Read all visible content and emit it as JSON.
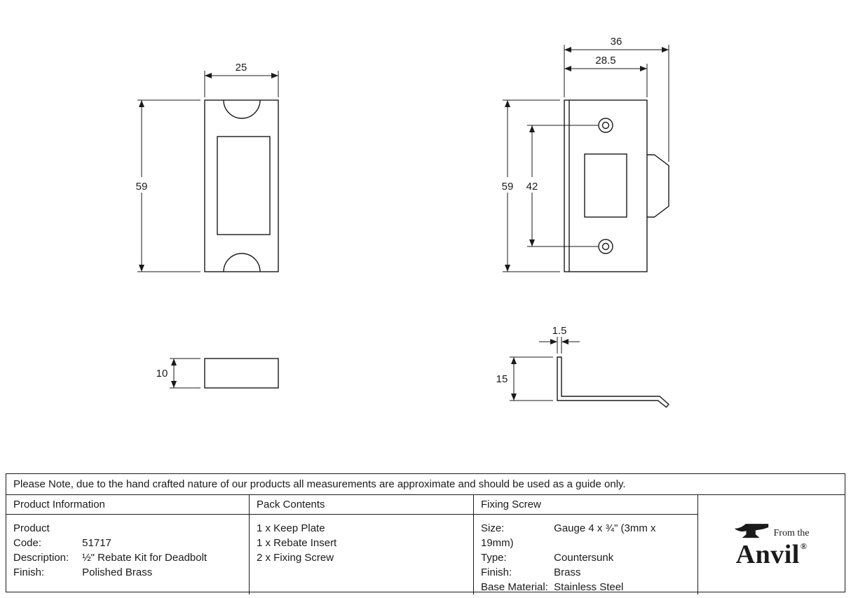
{
  "colors": {
    "ink": "#1a1a1a",
    "background": "#ffffff"
  },
  "note": "Please Note, due to the hand crafted nature of our products all measurements are approximate and should be used as a guide only.",
  "drawings": {
    "rebate_insert_front": {
      "width_mm": "25",
      "height_mm": "59"
    },
    "keep_plate_front": {
      "overall_width_mm": "36",
      "plate_width_mm": "28.5",
      "height_mm": "59",
      "hole_spacing_mm": "42"
    },
    "rebate_insert_side": {
      "thickness_mm": "10"
    },
    "keep_plate_profile": {
      "thickness_mm": "1.5",
      "leg_mm": "15"
    }
  },
  "table": {
    "product_information": {
      "header": "Product Information",
      "rows": [
        {
          "label": "Product Code:",
          "value": "51717"
        },
        {
          "label": "Description:",
          "value": "½\" Rebate Kit for Deadbolt"
        },
        {
          "label": "Finish:",
          "value": "Polished Brass"
        }
      ]
    },
    "pack_contents": {
      "header": "Pack Contents",
      "items": [
        "1 x Keep Plate",
        "1 x Rebate Insert",
        "2 x Fixing Screw"
      ]
    },
    "fixing_screw": {
      "header": "Fixing Screw",
      "rows": [
        {
          "label": "Size:",
          "value": "Gauge 4 x ¾\" (3mm x 19mm)"
        },
        {
          "label": "Type:",
          "value": "Countersunk"
        },
        {
          "label": "Finish:",
          "value": "Brass"
        },
        {
          "label": "Base Material:",
          "value": "Stainless Steel"
        }
      ]
    }
  },
  "logo": {
    "tagline": "From the",
    "name": "Anvil",
    "registered": "®"
  }
}
